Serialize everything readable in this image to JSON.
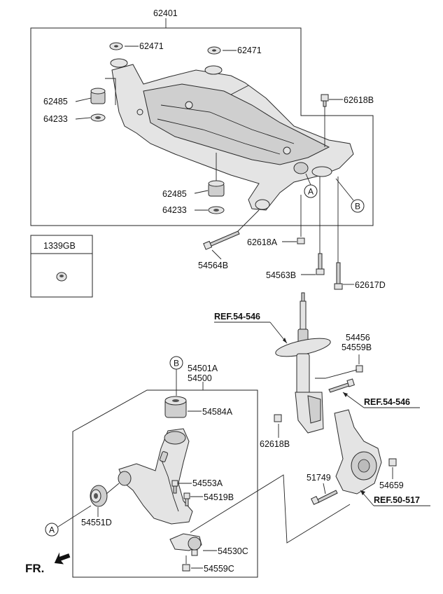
{
  "labels": {
    "p62401": "62401",
    "p62471_a": "62471",
    "p62471_b": "62471",
    "p62485_a": "62485",
    "p64233_a": "64233",
    "p62485_b": "62485",
    "p64233_b": "64233",
    "p62618B_top": "62618B",
    "p62618A": "62618A",
    "p54564B": "54564B",
    "p54563B": "54563B",
    "p62617D": "62617D",
    "p1339GB": "1339GB",
    "p54456": "54456",
    "p54559B": "54559B",
    "p62618B_mid": "62618B",
    "p51749": "51749",
    "p54659": "54659",
    "p54501A": "54501A",
    "p54500": "54500",
    "p54584A": "54584A",
    "p54553A": "54553A",
    "p54519B": "54519B",
    "p54551D": "54551D",
    "p54530C": "54530C",
    "p54559C": "54559C"
  },
  "references": {
    "ref1": "REF.54-546",
    "ref2": "REF.54-546",
    "ref3": "REF.50-517"
  },
  "callouts": {
    "A_top": "A",
    "B_top": "B",
    "B_arm": "B",
    "A_arm": "A"
  },
  "direction": {
    "fr": "FR."
  }
}
